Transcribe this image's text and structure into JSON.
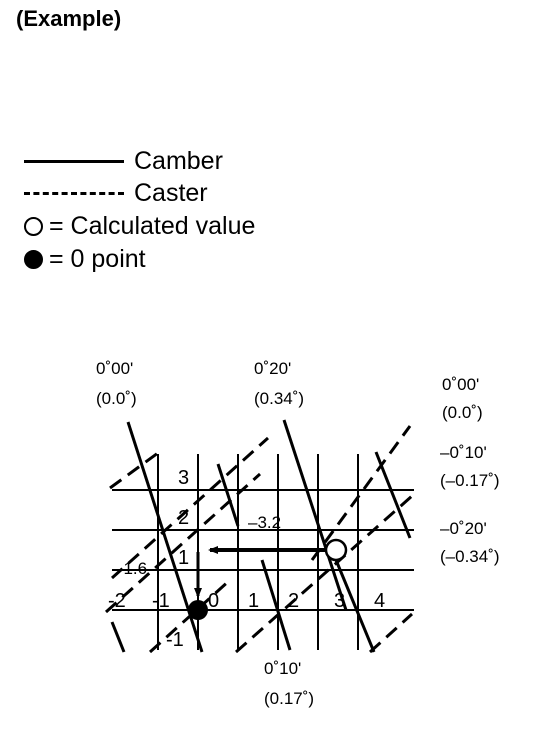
{
  "title": "(Example)",
  "legend": {
    "camber": "Camber",
    "caster": "Caster",
    "calculated": "= Calculated value",
    "zero_point": "= 0 point"
  },
  "labels": {
    "top_left_deg": "0˚00'",
    "top_left_dec": "(0.0˚)",
    "top_mid_deg": "0˚20'",
    "top_mid_dec": "(0.34˚)",
    "right1_deg": "0˚00'",
    "right1_dec": "(0.0˚)",
    "right2_deg": "–0˚10'",
    "right2_dec": "(–0.17˚)",
    "right3_deg": "–0˚20'",
    "right3_dec": "(–0.34˚)",
    "bottom_deg": "0˚10'",
    "bottom_dec": "(0.17˚)",
    "horiz_value": "–3.2",
    "vert_value": "–1.6"
  },
  "row_numbers": [
    "3",
    "2",
    "1"
  ],
  "column_numbers": [
    "-2",
    "-1",
    "0",
    "1",
    "2",
    "3",
    "4"
  ],
  "bottom_number": "-1"
}
